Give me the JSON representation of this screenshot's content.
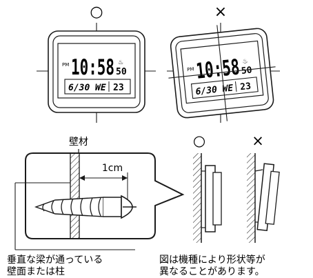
{
  "top_marks": {
    "correct": "○",
    "incorrect": "×"
  },
  "clock_display": {
    "time": "10:58",
    "seconds": "50",
    "date": "6/30",
    "weekday": "WE",
    "temperature": "23"
  },
  "installation": {
    "wall_material_label": "壁材",
    "depth_label": "1cm",
    "left_caption_line1": "垂直な梁が通っている",
    "left_caption_line2": "壁面または柱",
    "side_marks": {
      "correct": "○",
      "incorrect": "×"
    },
    "right_caption_line1": "図は機種により形状等が",
    "right_caption_line2": "異なることがあります。"
  }
}
